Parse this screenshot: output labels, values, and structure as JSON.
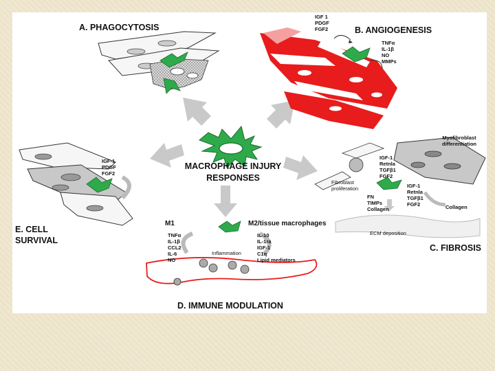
{
  "center": {
    "line1": "MACROPHAGE INJURY",
    "line2": "RESPONSES"
  },
  "panels": {
    "phagocytosis": {
      "title": "A. PHAGOCYTOSIS"
    },
    "angiogenesis": {
      "title": "B. ANGIOGENESIS",
      "factors_in": "IGF 1\nPDGF\nFGF2",
      "factors_out": "TNFα\nIL-1β\nNO\nMMPs"
    },
    "fibrosis": {
      "title": "C. FIBROSIS",
      "myofibroblast": "Myofibroblast\ndifferentiation",
      "factors_top": "IGF-1\nRetnla\nTGFβ1\nFGF2",
      "factors_right": "IGF-1\nRetnla\nTGFβ1\nFGF2",
      "fibroblast": "Fibroblast\nproliferation",
      "matrix": "FN\nTIMPs\nCollagen",
      "collagen": "Collagen",
      "ecm": "ECM deposition"
    },
    "immune": {
      "title": "D. IMMUNE MODULATION",
      "m1": "M1",
      "m2": "M2/tissue macrophages",
      "m1_factors": "TNFα\nIL-1β\nCCL2\nIL-6\nNO",
      "m2_factors": "IL-10\nIL-1ra\nIGF-1\nC1q\nLipid mediators",
      "inflammation": "Inflammation"
    },
    "survival": {
      "title_line1": "E. CELL",
      "title_line2": "SURVIVAL",
      "factors": "IGF-1\nPDGF\nFGF2"
    }
  },
  "colors": {
    "macrophage": "#2eaa4a",
    "vessel": "#e81c1c",
    "cell_grey": "#9a9a9a",
    "arrow_grey": "#c9c9c9"
  }
}
